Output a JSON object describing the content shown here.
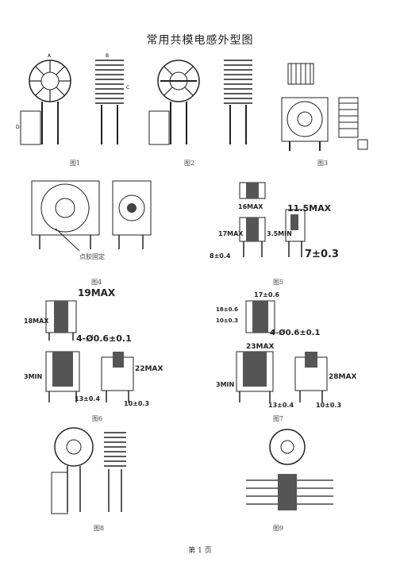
{
  "title": "常用共模电感外型图",
  "captions": {
    "fig1": "图1",
    "fig2": "图2",
    "fig3": "图3",
    "fig4": "图4",
    "fig5": "图5",
    "fig6": "图6",
    "fig7": "图7",
    "fig8": "图8",
    "fig9": "图9"
  },
  "fig4_note": "点胶固定",
  "fig5": {
    "a": "16MAX",
    "b": "17MAX",
    "c": "3.5MIN",
    "d": "8±0.4",
    "e": "11.5MAX",
    "f": "7±0.3"
  },
  "fig6": {
    "a": "19MAX",
    "b": "18MAX",
    "c": "4-Ø0.6±0.1",
    "d": "3MIN",
    "e": "22MAX",
    "f": "13±0.4",
    "g": "10±0.3"
  },
  "fig7": {
    "a": "17±0.6",
    "b": "18±0.6",
    "c": "10±0.3",
    "d": "4-Ø0.6±0.1",
    "e": "23MAX",
    "f": "3MIN",
    "g": "28MAX",
    "h": "13±0.4",
    "i": "10±0.3"
  },
  "footer": "第 1 页"
}
